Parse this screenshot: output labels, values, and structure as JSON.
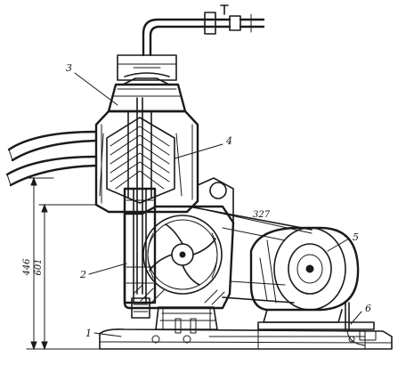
{
  "callouts": {
    "n1": "1",
    "n2": "2",
    "n3": "3",
    "n4": "4",
    "n5": "5",
    "n6": "6"
  },
  "dimensions": {
    "belt_distance": "327",
    "height_a": "446",
    "height_b": "601"
  },
  "colors": {
    "ink": "#1a1a1a",
    "paper": "#ffffff"
  }
}
